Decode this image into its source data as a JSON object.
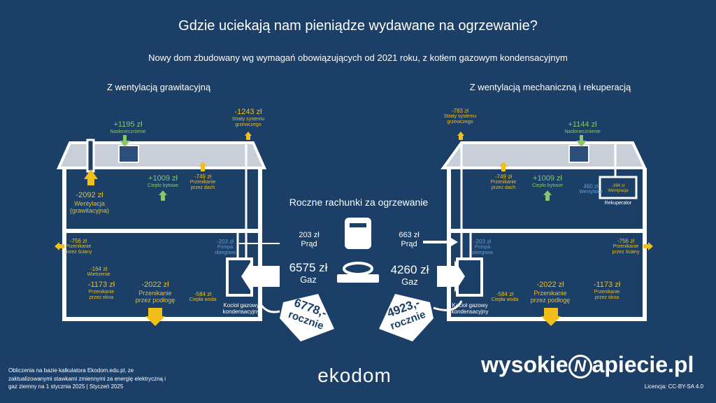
{
  "title": "Gdzie uciekają nam pieniądze wydawane na ogrzewanie?",
  "subtitle": "Nowy dom zbudowany wg wymagań obowiązujących od 2021 roku, z kotłem gazowym kondensacyjnym",
  "left": {
    "heading": "Z wentylacją grawitacyjną",
    "sun": {
      "value": "+1195 zł",
      "label": "Nasłonecznienie"
    },
    "system": {
      "value": "-1243 zł",
      "label1": "Straty systemu",
      "label2": "grzewczego"
    },
    "vent": {
      "value": "-2092 zł",
      "label1": "Wentylacja",
      "label2": "(grawitacyjna)"
    },
    "body": {
      "value": "+1009 zł",
      "label": "Ciepło bytowe"
    },
    "roof": {
      "value": "-749 zł",
      "label1": "Przenikanie",
      "label2": "przez dach"
    },
    "walls": {
      "value": "-756 zł",
      "label1": "Przenikanie",
      "label2": "przez ściany"
    },
    "airing": {
      "value": "-164 zł",
      "label": "Wietrzenie"
    },
    "windows": {
      "value": "-1173 zł",
      "label1": "Przenikanie",
      "label2": "przez okna"
    },
    "floor": {
      "value": "-2022 zł",
      "label1": "Przenikanie",
      "label2": "przez podłogę"
    },
    "water": {
      "value": "-584 zł",
      "label": "Ciepła woda"
    },
    "pump": {
      "value": "-203 zł",
      "label1": "Pompa",
      "label2": "obiegowa"
    },
    "boiler1": "Kocioł gazowy",
    "boiler2": "kondensacyjny"
  },
  "right": {
    "heading": "Z wentylacją mechaniczną i rekuperacją",
    "system": {
      "value": "-783 zł",
      "label1": "Straty systemu",
      "label2": "grzewczego"
    },
    "sun": {
      "value": "+1144 zł",
      "label": "Nasłonecznienie"
    },
    "roof": {
      "value": "-749 zł",
      "label1": "Przenikanie",
      "label2": "przez dach"
    },
    "body": {
      "value": "+1009 zł",
      "label": "Ciepło bytowe"
    },
    "fan": {
      "value": "460 zł",
      "label": "Wentylator"
    },
    "vent": {
      "value": "-394 zł",
      "label": "Wentylacja"
    },
    "recup": "Rekuperator",
    "pump": {
      "value": "-203 zł",
      "label1": "Pompa",
      "label2": "obiegowa"
    },
    "walls": {
      "value": "-756 zł",
      "label1": "Przenikanie",
      "label2": "przez ściany"
    },
    "floor": {
      "value": "-2022 zł",
      "label1": "Przenikanie",
      "label2": "przez podłogę"
    },
    "windows": {
      "value": "-1173 zł",
      "label1": "Przenikanie",
      "label2": "przez okna"
    },
    "water": {
      "value": "-584 zł",
      "label": "Ciepła woda"
    },
    "boiler1": "Kocioł gazowy",
    "boiler2": "kondensacyjny"
  },
  "center": {
    "heading": "Roczne rachunki za ogrzewanie",
    "left_power": {
      "value": "203 zł",
      "label": "Prąd"
    },
    "right_power": {
      "value": "663 zł",
      "label": "Prąd"
    },
    "left_gas": {
      "value": "6575 zł",
      "label": "Gaz"
    },
    "right_gas": {
      "value": "4260 zł",
      "label": "Gaz"
    },
    "left_tag": {
      "value": "6778,-",
      "label": "rocznie"
    },
    "right_tag": {
      "value": "4923,-",
      "label": "rocznie"
    }
  },
  "footer": {
    "note1": "Obliczenia na bazie kalkulatora Ekodom.edu.pl, ze",
    "note2": "zaktualizowanymi stawkami zmiennymi za energię elektryczną i",
    "note3": "gaz ziemny na 1 stycznia 2025  |  Styczeń 2025",
    "ekodom_logo": "ekodom",
    "brand1": "wysokie",
    "brand2": "apiecie.pl",
    "license": "Licencja: CC-BY-SA 4.0"
  },
  "colors": {
    "background": "#1b3f66",
    "loss": "#f2be1a",
    "gain": "#8cc46c",
    "electric": "#5f9fd6"
  }
}
